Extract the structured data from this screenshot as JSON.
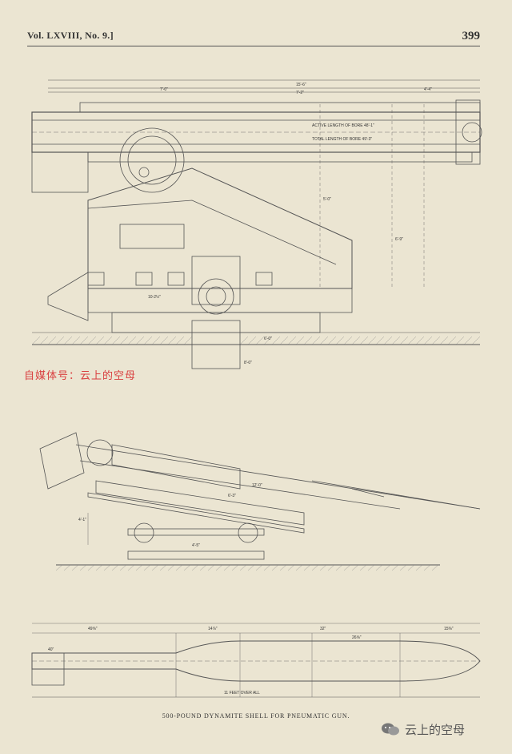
{
  "header": {
    "volume": "Vol. LXVIII, No. 9.]",
    "page_number": "399"
  },
  "figure1": {
    "dim_top_overall": "15'-6\"",
    "dim_top_a": "7'-0\"",
    "dim_top_b": "7'-2\"",
    "dim_top_c": "4'-4\"",
    "bore_active": "ACTIVE LENGTH OF BORE 48'-1\"",
    "bore_total": "TOTAL LENGTH OF BORE 49'-3\"",
    "dim_height_a": "5'-0\"",
    "dim_height_b": "6'-9\"",
    "dim_base_a": "10-2½\"",
    "dim_base_b": "6'-0\"",
    "dim_base_c": "8'-0\""
  },
  "watermark_top": "自媒体号：云上的空母",
  "figure2": {
    "dim_a": "12'-0\"",
    "dim_b": "6'-3\"",
    "dim_c": "4'-5\"",
    "dim_d": "4'-1\""
  },
  "figure3": {
    "dim_a": "49⅝\"",
    "dim_b": "14⅞\"",
    "dim_c": "32\"",
    "dim_d": "15⅜\"",
    "dim_e": "40\"",
    "dim_f": "26⅝\"",
    "dim_overall": "11 FEET OVER ALL",
    "caption": "500-POUND DYNAMITE SHELL FOR PNEUMATIC GUN."
  },
  "watermark_bottom": "云上的空母"
}
